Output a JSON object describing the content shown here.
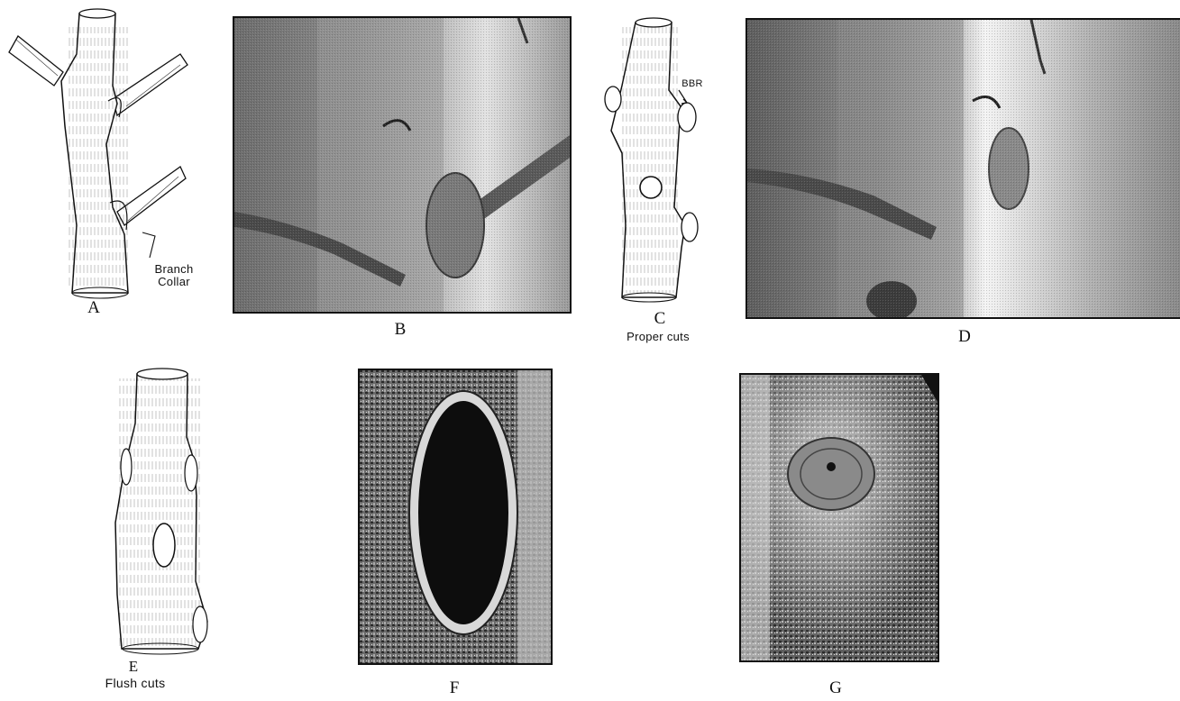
{
  "panels": {
    "a": {
      "letter": "A",
      "callout": [
        "Branch",
        "Collar"
      ]
    },
    "b": {
      "letter": "B"
    },
    "c": {
      "letter": "C",
      "caption": "Proper cuts",
      "callout": "BBR"
    },
    "d": {
      "letter": "D"
    },
    "e": {
      "letter": "E",
      "caption": "Flush cuts"
    },
    "f": {
      "letter": "F"
    },
    "g": {
      "letter": "G"
    }
  }
}
